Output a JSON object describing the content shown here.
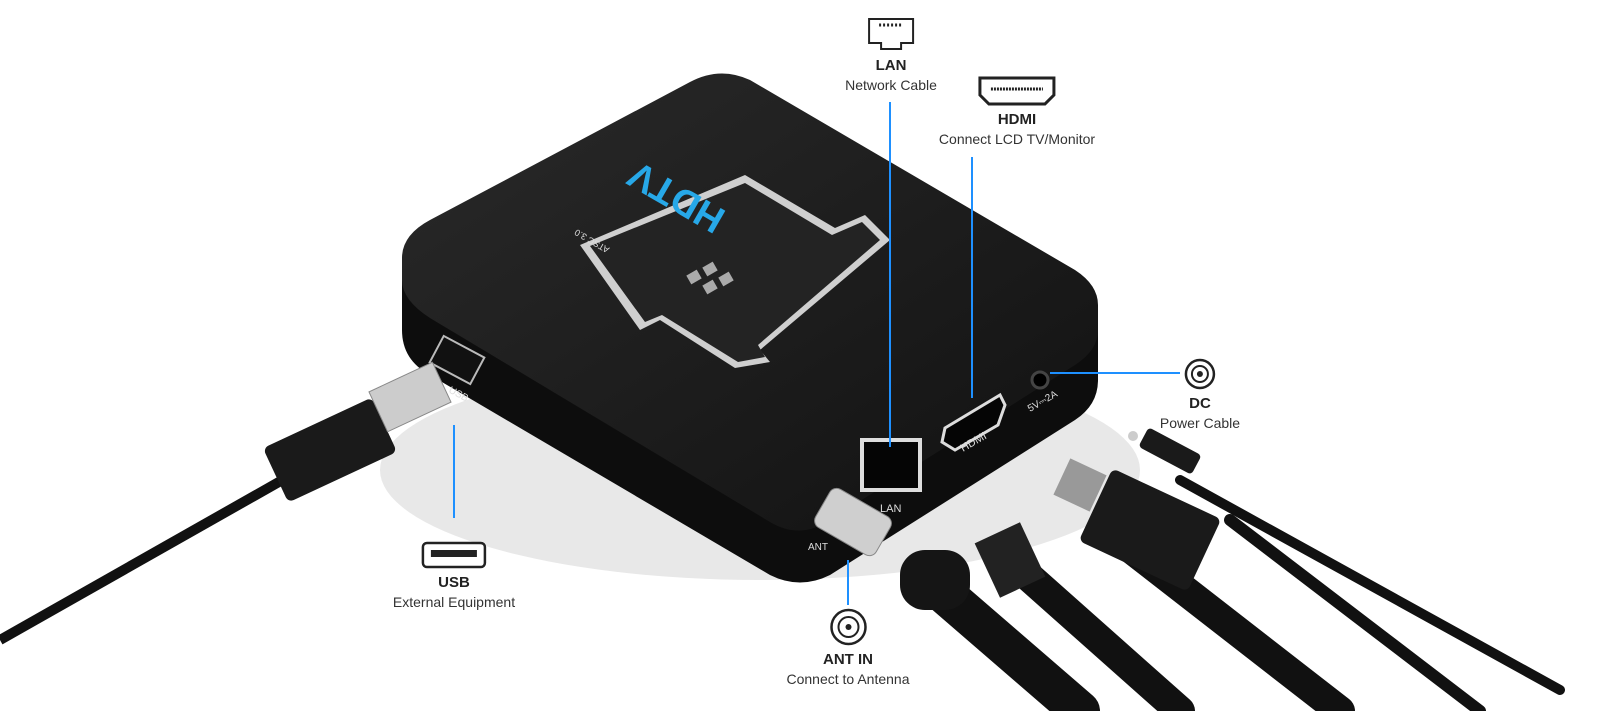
{
  "device": {
    "logo_text": "HDTV",
    "badge_text": "ATSC 3.0",
    "port_labels": {
      "usb": "USB",
      "lan": "LAN",
      "hdmi": "HDMI",
      "dc": "5V⎓2A",
      "ant": "ANT"
    }
  },
  "callouts": {
    "lan": {
      "title": "LAN",
      "subtitle": "Network Cable",
      "icon": "ethernet-port-icon"
    },
    "hdmi": {
      "title": "HDMI",
      "subtitle": "Connect LCD TV/Monitor",
      "icon": "hdmi-port-icon"
    },
    "dc": {
      "title": "DC",
      "subtitle": "Power Cable",
      "icon": "dc-jack-icon"
    },
    "usb": {
      "title": "USB",
      "subtitle": "External Equipment",
      "icon": "usb-port-icon"
    },
    "ant": {
      "title": "ANT IN",
      "subtitle": "Connect to Antenna",
      "icon": "coax-icon"
    }
  },
  "colors": {
    "accent": "#1e90ff",
    "device": "#1a1a1a",
    "logo": "#27a8e8"
  }
}
